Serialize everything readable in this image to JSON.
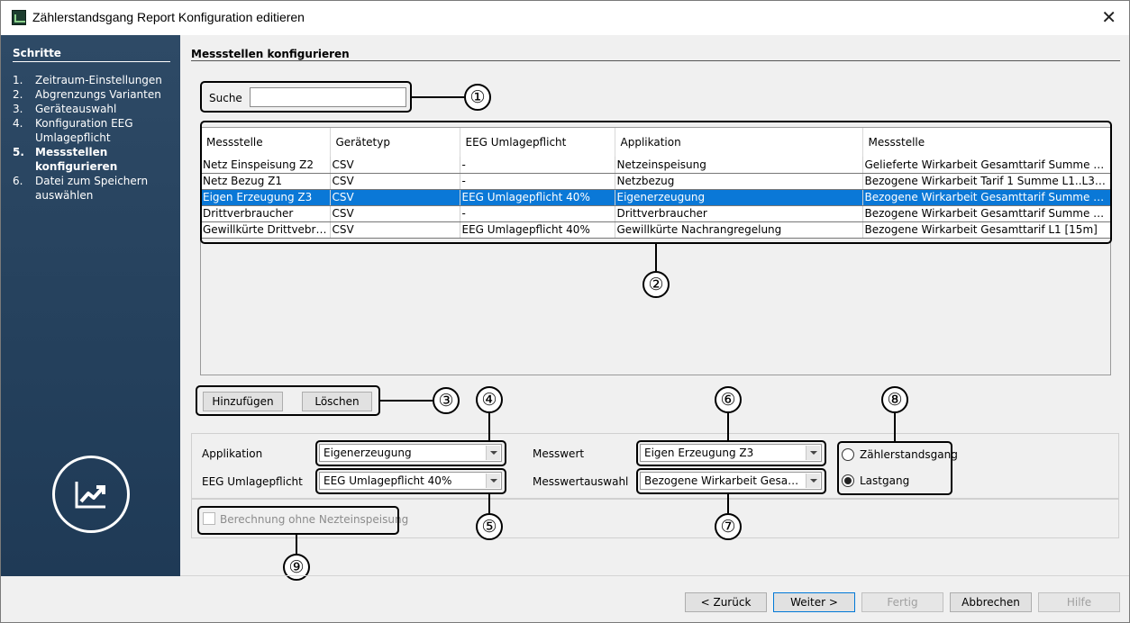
{
  "window": {
    "title": "Zählerstandsgang Report Konfiguration editieren"
  },
  "sidebar": {
    "heading": "Schritte",
    "steps": [
      {
        "num": "1.",
        "label": "Zeitraum-Einstellungen"
      },
      {
        "num": "2.",
        "label": "Abgrenzungs Varianten"
      },
      {
        "num": "3.",
        "label": "Geräteauswahl"
      },
      {
        "num": "4.",
        "label": "Konfiguration EEG Umlagepflicht"
      },
      {
        "num": "5.",
        "label": "Messstellen konfigurieren",
        "active": true
      },
      {
        "num": "6.",
        "label": "Datei zum Speichern auswählen"
      }
    ]
  },
  "main": {
    "title": "Messstellen konfigurieren",
    "search": {
      "label": "Suche",
      "value": ""
    },
    "table": {
      "columns": [
        "Messstelle",
        "Gerätetyp",
        "EEG Umlagepflicht",
        "Applikation",
        "Messstelle"
      ],
      "rows": [
        [
          "Netz Einspeisung Z2",
          "CSV",
          "-",
          "Netzeinspeisung",
          "Gelieferte Wirkarbeit Gesamttarif Summe L1...."
        ],
        [
          "Netz Bezug Z1",
          "CSV",
          "-",
          "Netzbezug",
          "Bezogene Wirkarbeit Tarif 1 Summe L1..L3 [..."
        ],
        [
          "Eigen Erzeugung Z3",
          "CSV",
          "EEG Umlagepflicht 40%",
          "Eigenerzeugung",
          "Bezogene Wirkarbeit Gesamttarif Summe L1...."
        ],
        [
          "Drittverbraucher",
          "CSV",
          "-",
          "Drittverbraucher",
          "Bezogene Wirkarbeit Gesamttarif Summe L1...."
        ],
        [
          "Gewillkürte Drittvebra...",
          "CSV",
          "EEG Umlagepflicht 40%",
          "Gewillkürte Nachrangregelung",
          "Bezogene Wirkarbeit Gesamttarif L1 [15m]"
        ]
      ],
      "selected_row": 2
    },
    "buttons": {
      "add": "Hinzufügen",
      "delete": "Löschen"
    },
    "config": {
      "applikation_label": "Applikation",
      "applikation_value": "Eigenerzeugung",
      "eeg_label": "EEG Umlagepflicht",
      "eeg_value": "EEG Umlagepflicht 40%",
      "messwert_label": "Messwert",
      "messwert_value": "Eigen Erzeugung Z3",
      "messwertauswahl_label": "Messwertauswahl",
      "messwertauswahl_value": "Bezogene Wirkarbeit Gesamt...",
      "radio_zaehler": "Zählerstandsgang",
      "radio_lastgang": "Lastgang",
      "checkbox_label": "Berechnung ohne Nezteinspeisung"
    },
    "callouts": [
      "①",
      "②",
      "③",
      "④",
      "⑤",
      "⑥",
      "⑦",
      "⑧",
      "⑨"
    ]
  },
  "footer": {
    "back": "< Zurück",
    "next": "Weiter >",
    "finish": "Fertig",
    "cancel": "Abbrechen",
    "help": "Hilfe"
  },
  "colors": {
    "selection": "#0a78d7",
    "sidebar": "#2a4662"
  }
}
